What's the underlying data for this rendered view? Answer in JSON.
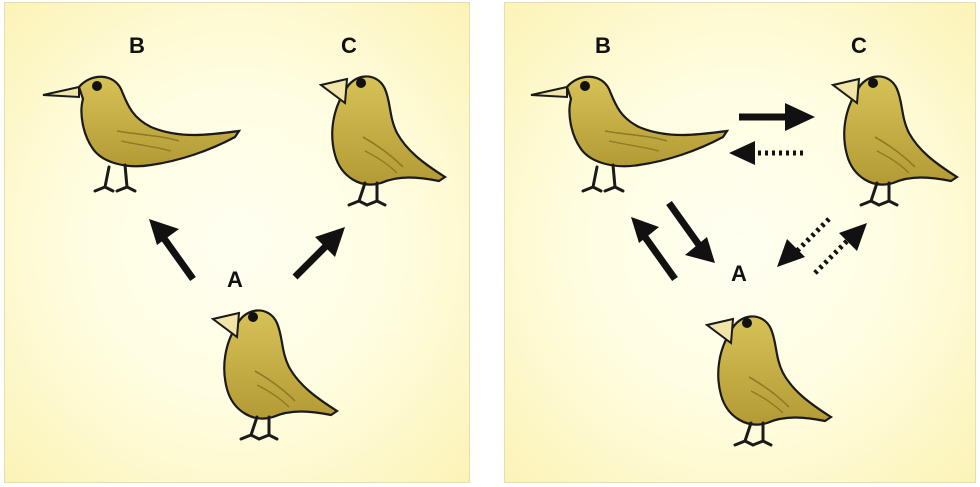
{
  "left_panel": {
    "labels": {
      "a": "A",
      "b": "B",
      "c": "C"
    }
  },
  "right_panel": {
    "labels": {
      "a": "A",
      "b": "B",
      "c": "C"
    }
  },
  "colors": {
    "bird_fill": "#c9b24a",
    "bird_shade": "#a88e2c",
    "beak_fill": "#f1e6a8",
    "outline": "#1a1a1a",
    "panel_edge": "#fbf3b6",
    "panel_center": "#fffff2"
  },
  "icons": [
    "bird-b-icon",
    "bird-c-icon",
    "bird-a-icon",
    "solid-arrow-icon",
    "dotted-arrow-icon"
  ]
}
